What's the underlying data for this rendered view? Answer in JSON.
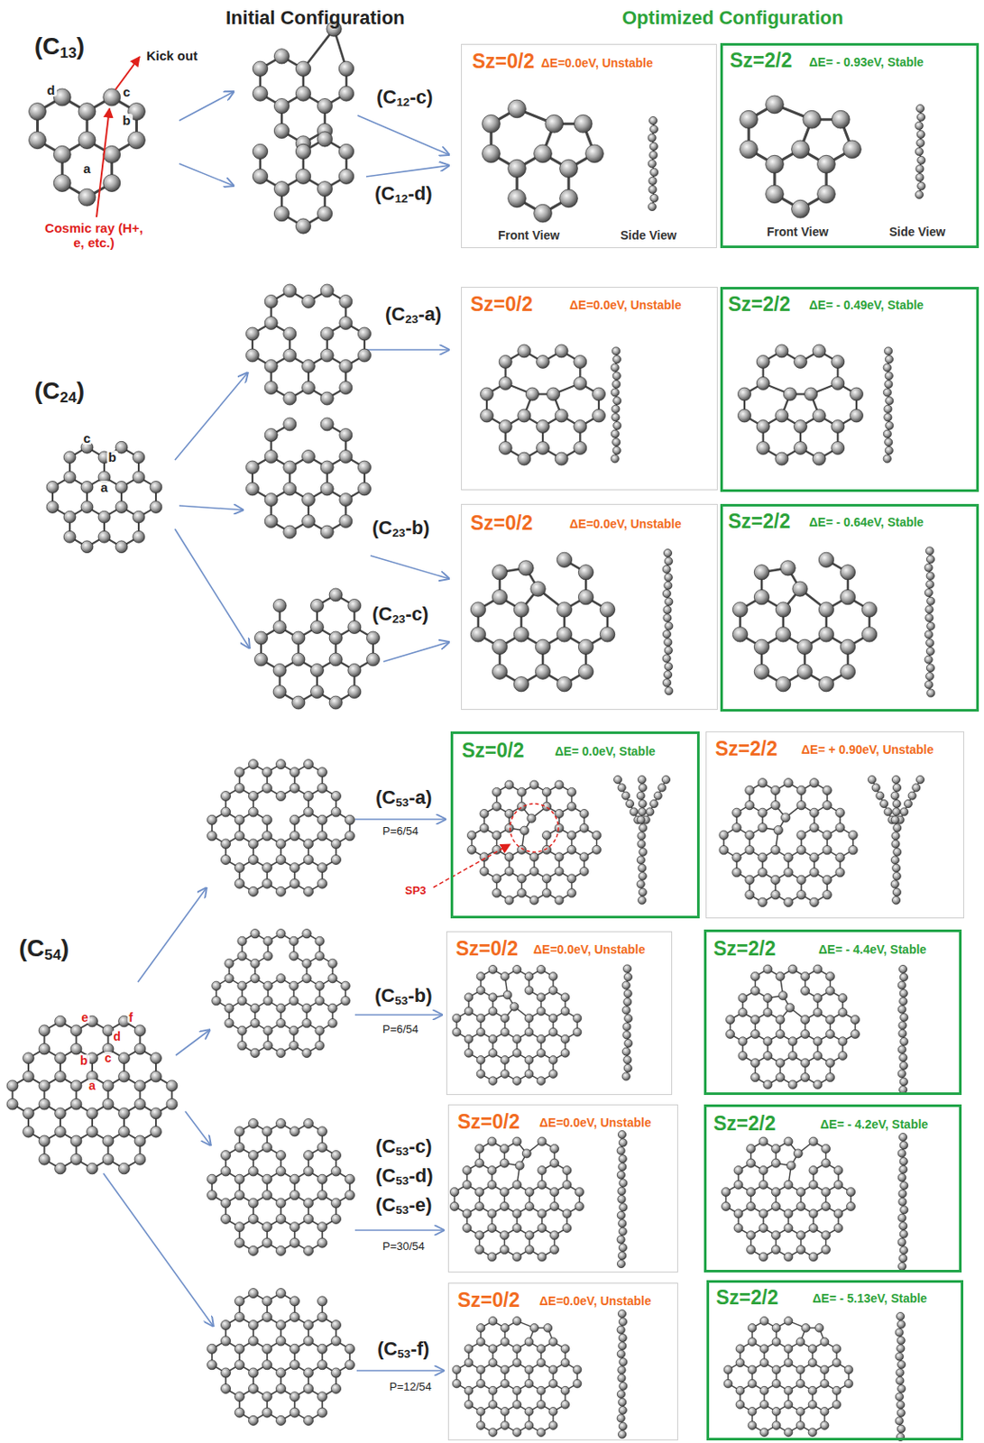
{
  "diagram": {
    "nodes": [
      {
        "text": [
          "Sz=0/2",
          "ΔE=0.0eV, Unstable",
          "Front View",
          "Side View"
        ]
      },
      {
        "text": [
          "Sz=2/2",
          "ΔE= - 0.93eV, Stable",
          "Front View",
          "Side View"
        ]
      },
      {
        "text": [
          "Sz=0/2",
          "ΔE=0.0eV, Unstable"
        ]
      },
      {
        "text": [
          "Sz=2/2",
          "ΔE= - 0.49eV, Stable"
        ]
      },
      {
        "text": [
          "Sz=0/2",
          "ΔE=0.0eV, Unstable"
        ]
      },
      {
        "text": [
          "Sz=2/2",
          "ΔE= - 0.64eV, Stable"
        ]
      },
      {
        "text": [
          "Sz=0/2",
          "ΔE= 0.0eV, Stable"
        ]
      },
      {
        "text": [
          "Sz=2/2",
          "ΔE= + 0.90eV, Unstable"
        ]
      },
      {
        "text": [
          "Sz=0/2",
          "ΔE=0.0eV, Unstable"
        ]
      },
      {
        "text": [
          "Sz=2/2",
          "ΔE= - 4.4eV, Stable"
        ]
      },
      {
        "text": [
          "Sz=0/2",
          "ΔE=0.0eV, Unstable"
        ]
      },
      {
        "text": [
          "Sz=2/2",
          "ΔE= - 4.2eV, Stable"
        ]
      },
      {
        "text": [
          "Sz=0/2",
          "ΔE=0.0eV, Unstable"
        ]
      },
      {
        "text": [
          "Sz=2/2",
          "ΔE= - 5.13eV, Stable"
        ]
      }
    ],
    "labels": [
      "Initial Configuration",
      "Optimized Configuration",
      "(C13)",
      "Kick out",
      "d",
      "c",
      "b",
      "a",
      "Cosmic ray (H+, e, etc.)",
      "(C12-c)",
      "(C12-d)",
      "(C24)",
      "c",
      "b",
      "a",
      "(C23-a)",
      "(C23-b)",
      "(C23-c)",
      "(C54)",
      "e",
      "f",
      "c",
      "d",
      "b",
      "a",
      "(C53-a)",
      "P=6/54",
      "SP3",
      "(C53-b)",
      "P=6/54",
      "(C53-c)",
      "(C53-d)",
      "(C53-e)",
      "P=30/54",
      "(C53-f)",
      "P=12/54"
    ]
  }
}
